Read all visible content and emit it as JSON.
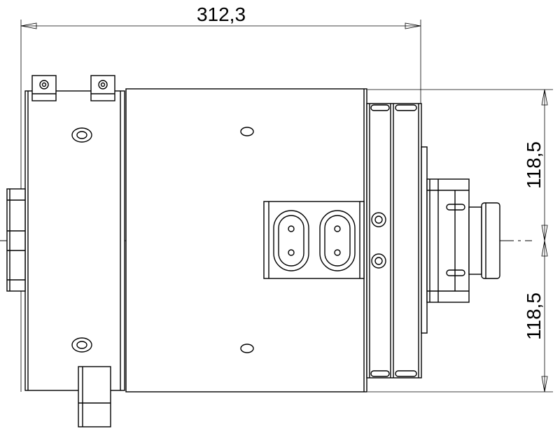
{
  "dimensions": {
    "overall_length": "312,3",
    "upper_half_height": "118,5",
    "lower_half_height": "118,5"
  }
}
